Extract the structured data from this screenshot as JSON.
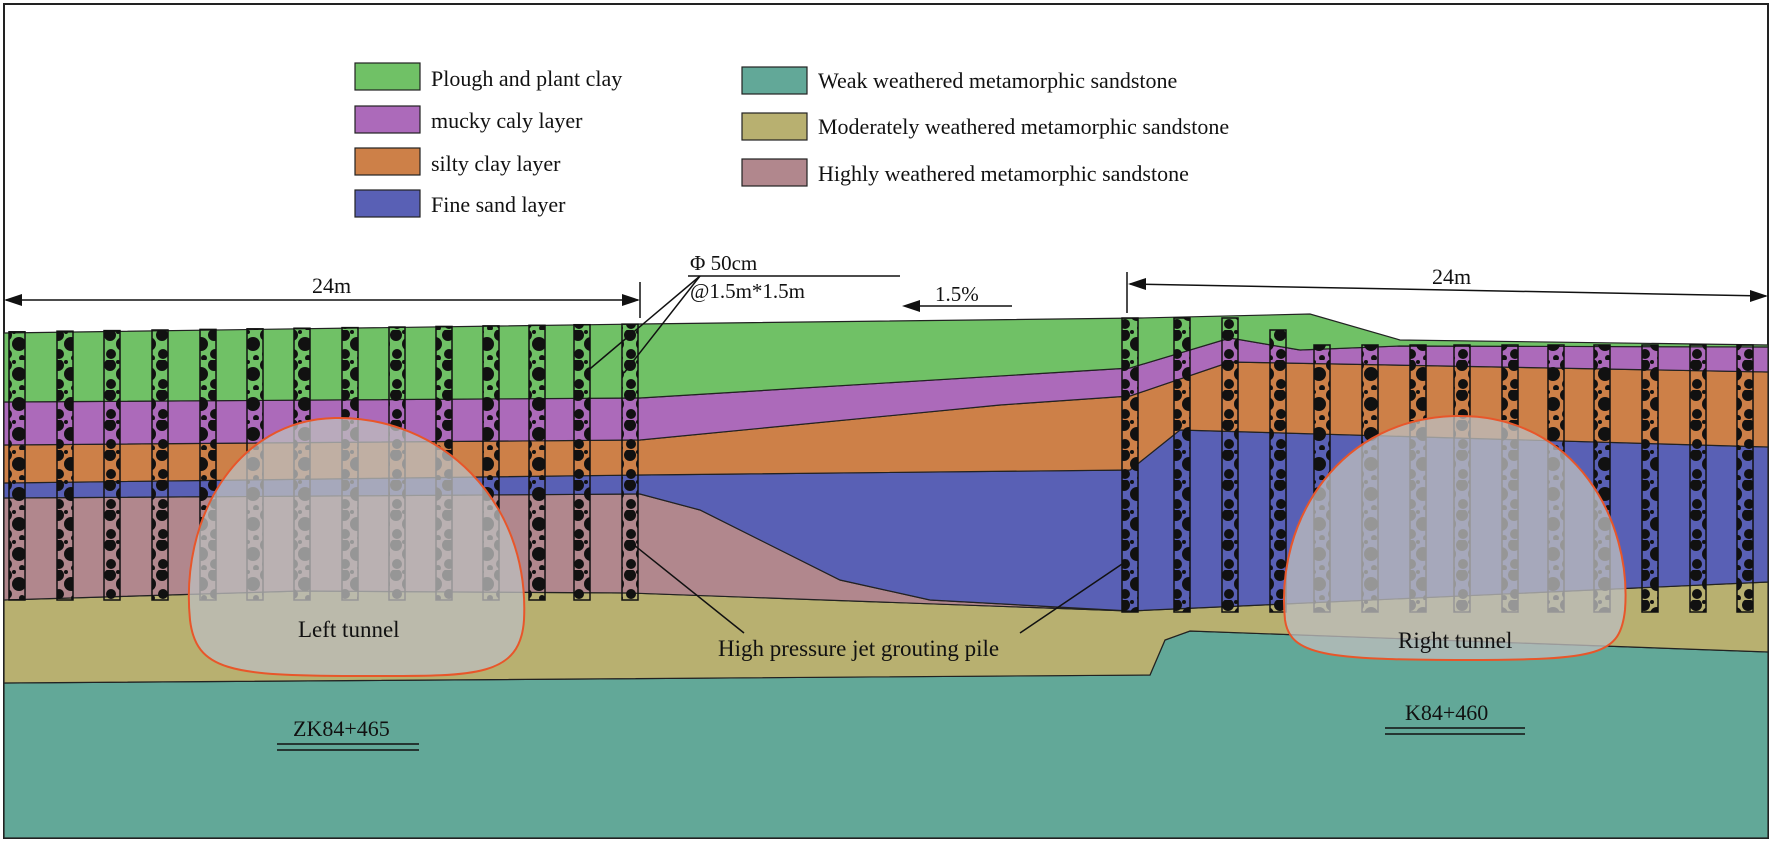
{
  "legend": {
    "left": [
      {
        "label": "Plough and plant clay",
        "color": "#70c166"
      },
      {
        "label": "mucky caly layer",
        "color": "#ac6aba"
      },
      {
        "label": "silty clay layer",
        "color": "#cd8048"
      },
      {
        "label": "Fine sand layer",
        "color": "#5960b5"
      }
    ],
    "right": [
      {
        "label": "Weak weathered metamorphic sandstone",
        "color": "#62a898"
      },
      {
        "label": "Moderately weathered metamorphic sandstone",
        "color": "#b8b070"
      },
      {
        "label": "Highly weathered metamorphic sandstone",
        "color": "#b1878d"
      }
    ]
  },
  "dimensions": {
    "left_width": "24m",
    "right_width": "24m",
    "pile_diameter": "Φ 50cm",
    "pile_spacing": "@1.5m*1.5m",
    "slope": "1.5%"
  },
  "labels": {
    "left_tunnel": "Left tunnel",
    "right_tunnel": "Right tunnel",
    "pile": "High pressure jet grouting pile",
    "left_station": "ZK84+465",
    "right_station": "K84+460"
  },
  "colors": {
    "tunnel_outline": "#e8562a",
    "tunnel_fill": "#bdbdbd",
    "pile_dot": "#111111"
  }
}
